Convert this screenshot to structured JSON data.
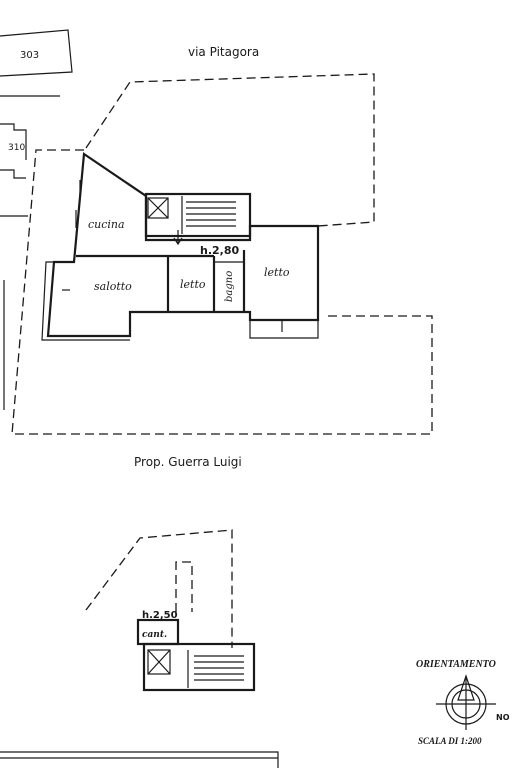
{
  "streets": {
    "top": "via Pitagora",
    "bottom": "Prop. Guerra Luigi"
  },
  "parcels": {
    "a": "303",
    "b": "310"
  },
  "rooms": {
    "kitchen": "cucina",
    "living": "salotto",
    "bed1": "letto",
    "bath": "bagno",
    "bed2": "letto",
    "cellar": "cant."
  },
  "heights": {
    "main": "h.2,80",
    "lower": "h.2,50"
  },
  "legend": {
    "orientation": "ORIENTAMENTO",
    "north": "NO",
    "scale": "SCALA DI 1:200"
  }
}
